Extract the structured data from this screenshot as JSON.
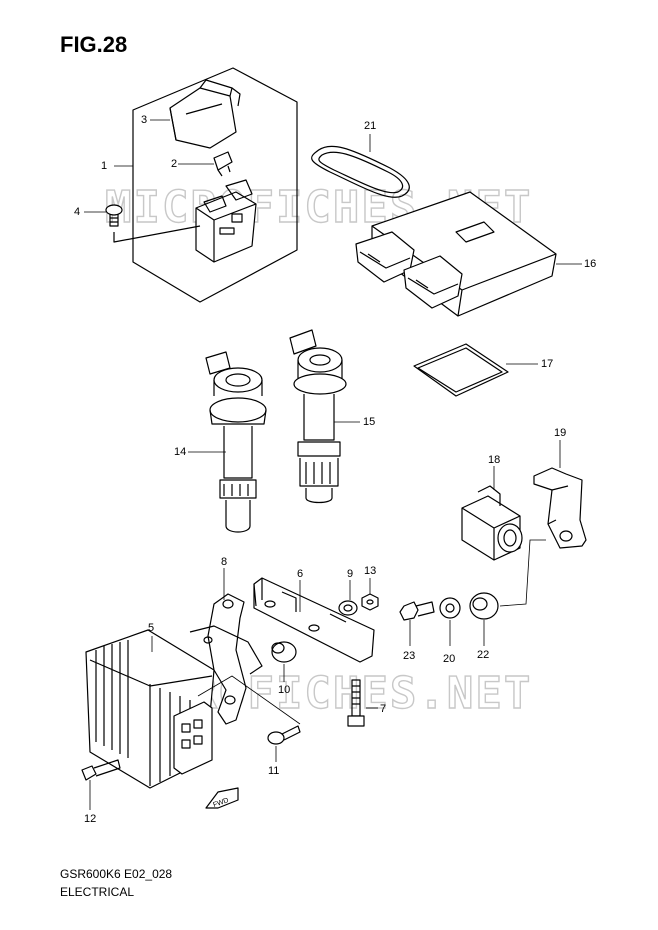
{
  "figure": {
    "title": "FIG.28"
  },
  "watermark": {
    "text": "MICROFICHES.NET"
  },
  "callouts": {
    "c1": "1",
    "c2": "2",
    "c3": "3",
    "c4": "4",
    "c5": "5",
    "c6": "6",
    "c7": "7",
    "c8": "8",
    "c9": "9",
    "c10": "10",
    "c11": "11",
    "c12": "12",
    "c13": "13",
    "c14": "14",
    "c15": "15",
    "c16": "16",
    "c17": "17",
    "c18": "18",
    "c19": "19",
    "c20": "20",
    "c21": "21",
    "c22": "22",
    "c23": "23"
  },
  "fwd_label": "FWD",
  "footer": {
    "code": "GSR600K6 E02_028",
    "section": "ELECTRICAL"
  }
}
